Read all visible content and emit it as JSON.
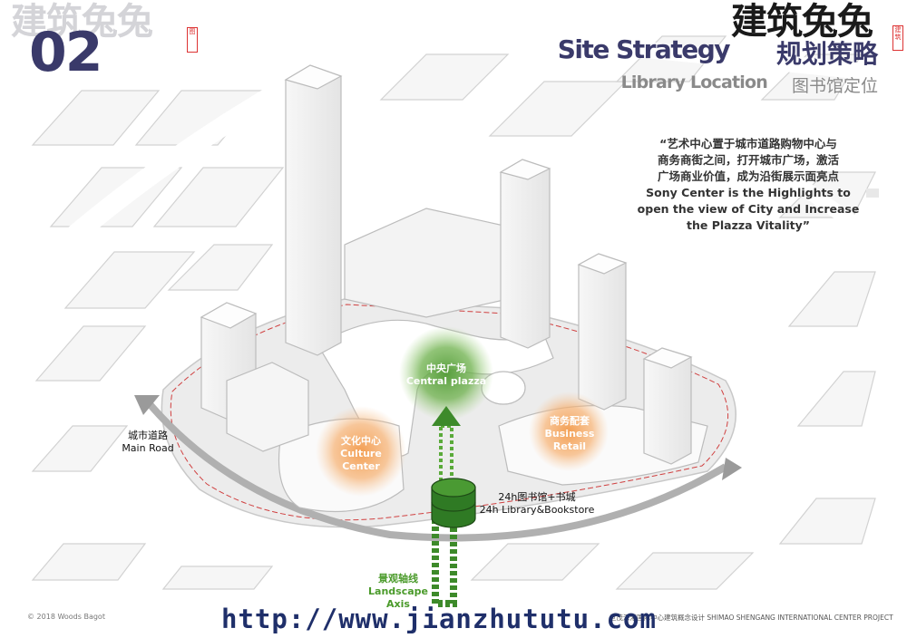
{
  "page": {
    "number": "02"
  },
  "watermark": {
    "left": "建筑兔兔",
    "right": "建筑兔兔",
    "seal_left": "图",
    "seal_right": "建筑"
  },
  "header": {
    "title_en": "Site Strategy",
    "title_cn": "规划策略",
    "subtitle_en": "Library Location",
    "subtitle_cn": "图书馆定位"
  },
  "quote": {
    "cn_line1": "“艺术中心置于城市道路购物中心与",
    "cn_line2": "商务商街之间，打开城市广场，激活",
    "cn_line3": "广场商业价值，成为沿街展示面亮点",
    "en_line1": "Sony Center is the Highlights to",
    "en_line2": "open the view of City and Increase",
    "en_line3": "the Plazza Vitality”"
  },
  "labels": {
    "central_plaza_cn": "中央广场",
    "central_plaza_en": "Central plazza",
    "culture_cn": "文化中心",
    "culture_en1": "Culture",
    "culture_en2": "Center",
    "business_cn": "商务配套",
    "business_en1": "Business",
    "business_en2": "Retail",
    "main_road_cn": "城市道路",
    "main_road_en": "Main Road",
    "library_cn": "24h图书馆+书城",
    "library_en": "24h Library&Bookstore",
    "axis_cn": "景观轴线",
    "axis_en1": "Landscape",
    "axis_en2": "Axis"
  },
  "footer": {
    "copyright": "© 2018 Woods Bagot",
    "project": "世茂深港国际中心建筑概念设计 SHIMAO SHENGANG INTERNATIONAL CENTER PROJECT",
    "url": "http://www.jianzhututu.com"
  },
  "colors": {
    "accent_navy": "#3a3a6a",
    "library_green": "#3d8a2a",
    "orange_glow": "#f4a460",
    "green_glow": "#5aaa3a",
    "redline": "#d04040",
    "road_arrow": "#909090"
  }
}
